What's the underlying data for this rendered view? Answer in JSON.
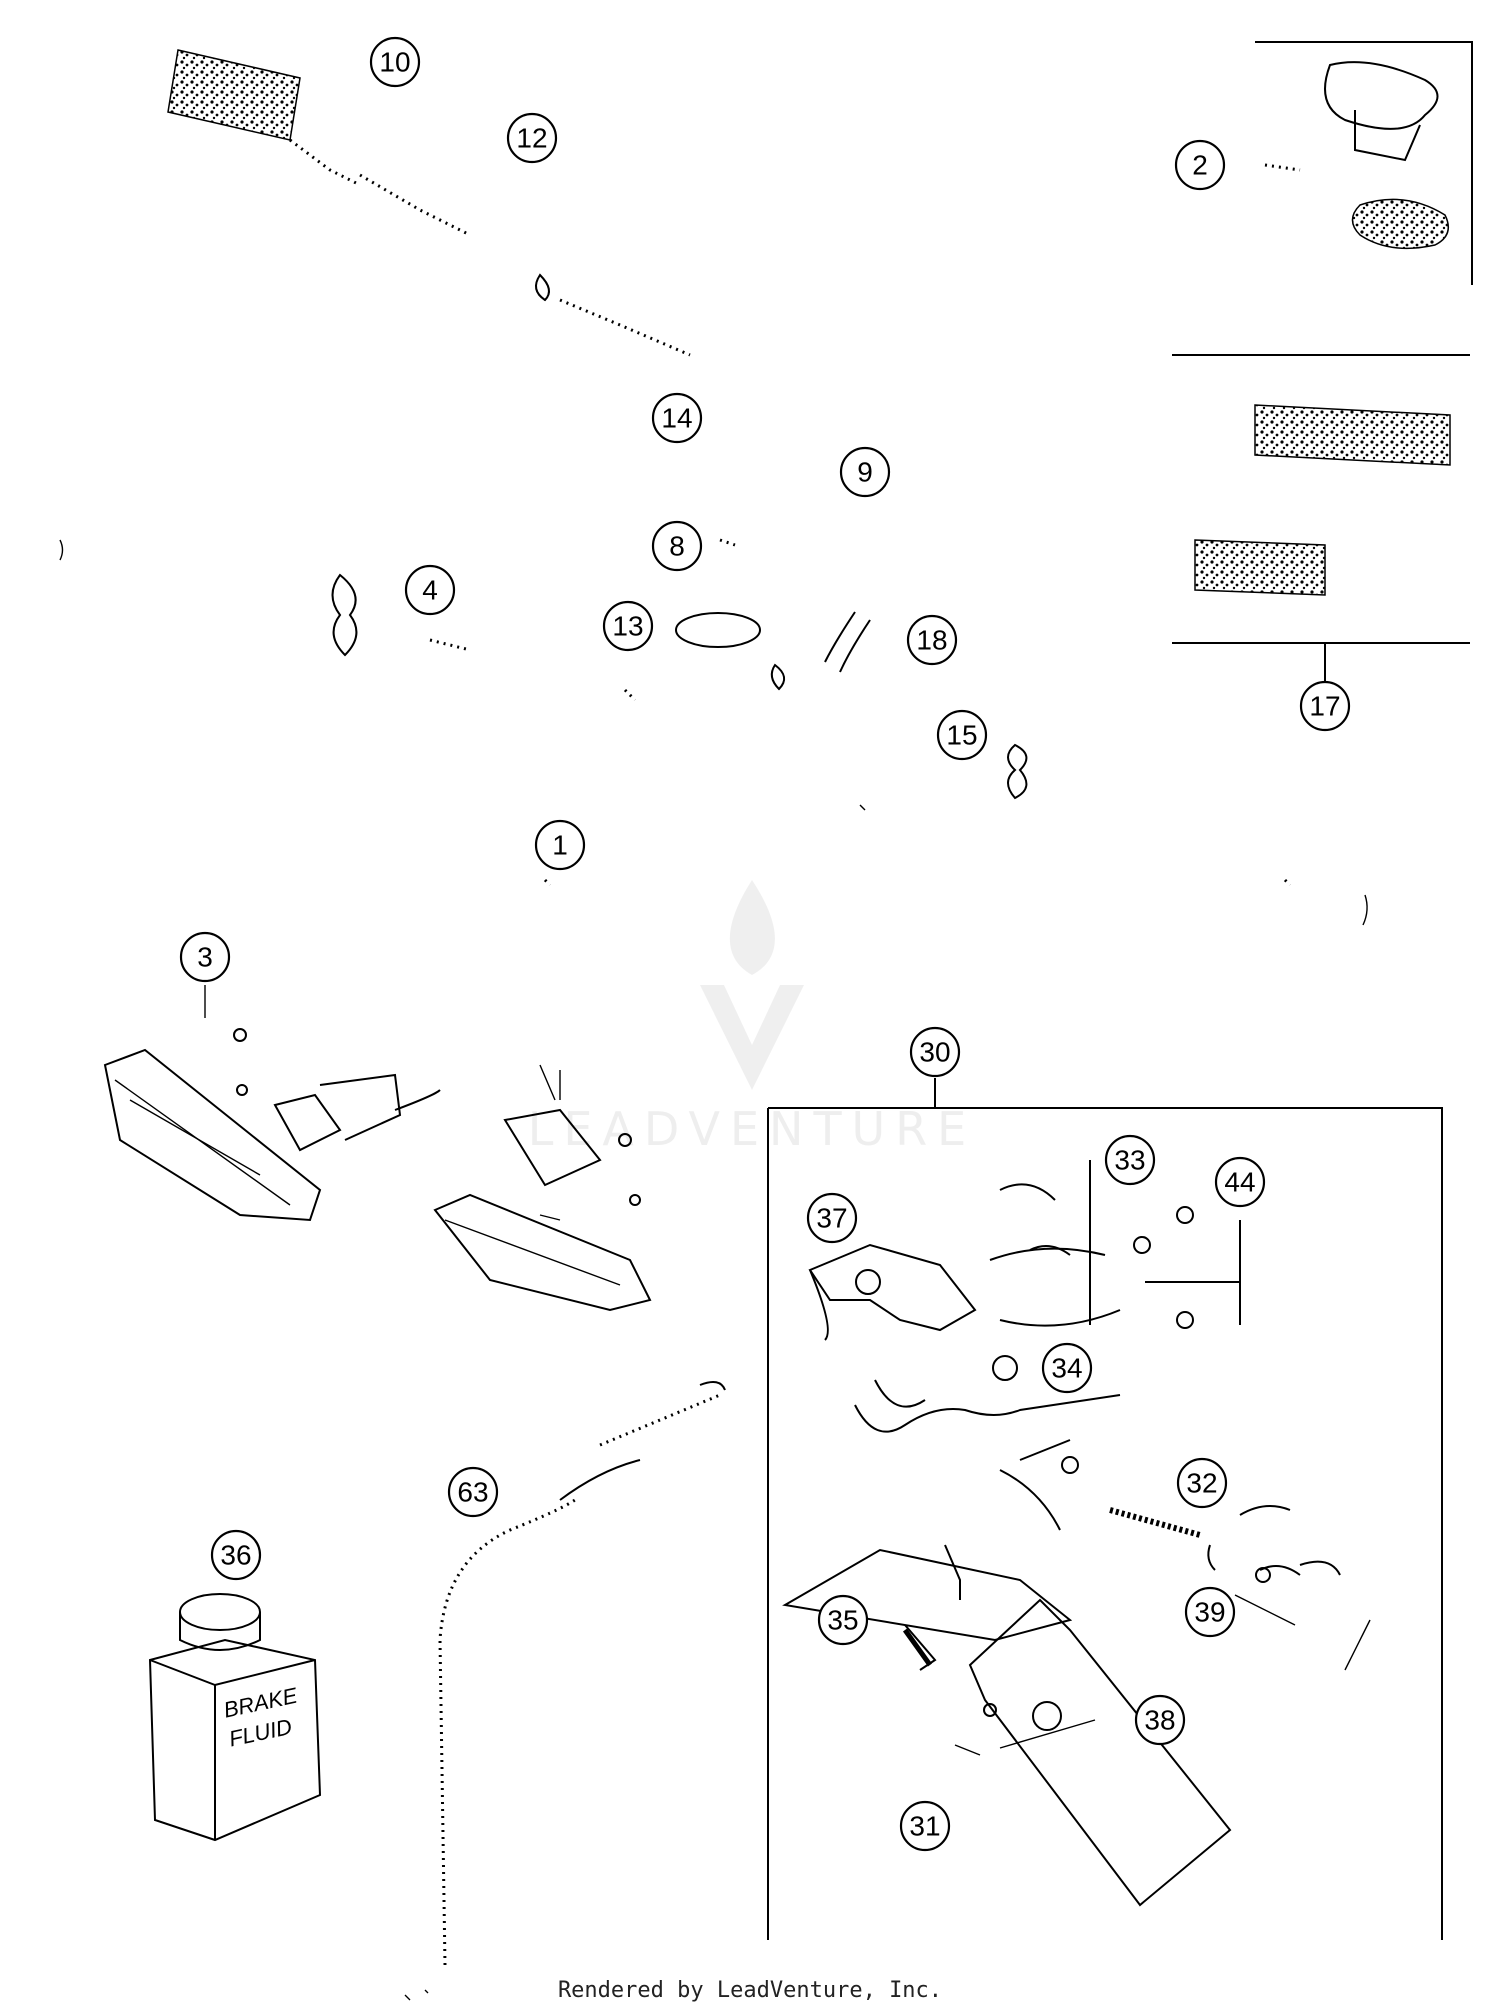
{
  "callouts": [
    "10",
    "12",
    "2",
    "14",
    "9",
    "8",
    "4",
    "13",
    "18",
    "17",
    "15",
    "1",
    "3",
    "30",
    "33",
    "44",
    "37",
    "34",
    "32",
    "63",
    "36",
    "39",
    "35",
    "38",
    "31"
  ],
  "bottle": {
    "line1": "BRAKE",
    "line2": "FLUID"
  },
  "watermark": {
    "text": "LEADVENTURE"
  },
  "footer": {
    "text": "Rendered by LeadVenture, Inc."
  }
}
